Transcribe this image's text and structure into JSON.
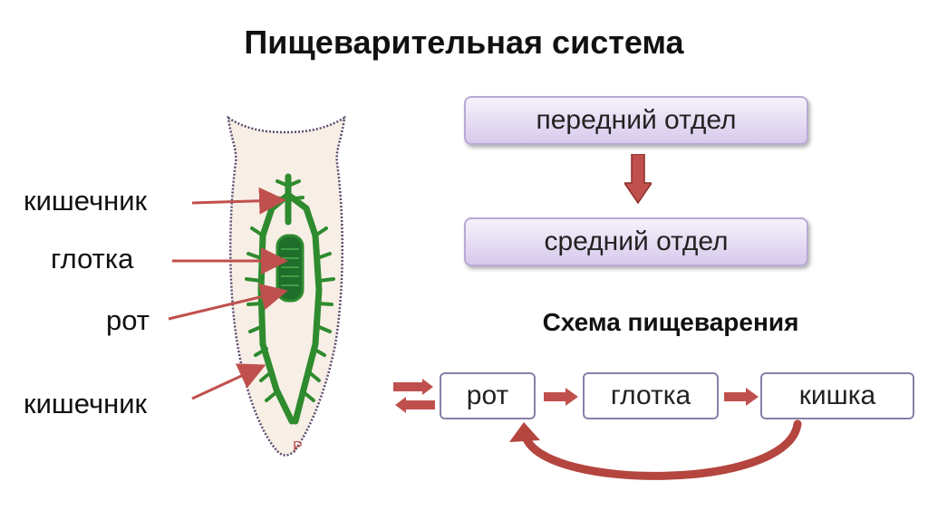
{
  "title": "Пищеварительная система",
  "labels": {
    "intestine_top": "кишечник",
    "pharynx": "глотка",
    "mouth": "рот",
    "intestine_bottom": "кишечник"
  },
  "illustration": {
    "mouth_mark": "P"
  },
  "departments": {
    "front": "передний отдел",
    "middle": "средний отдел"
  },
  "schema": {
    "title": "Схема пищеварения",
    "steps": [
      "рот",
      "глотка",
      "кишка"
    ]
  },
  "colors": {
    "arrow": "#c0504d",
    "body_fill": "#f7eee5",
    "gut": "#2e8b2e",
    "box_border": "#b8a9d4"
  }
}
